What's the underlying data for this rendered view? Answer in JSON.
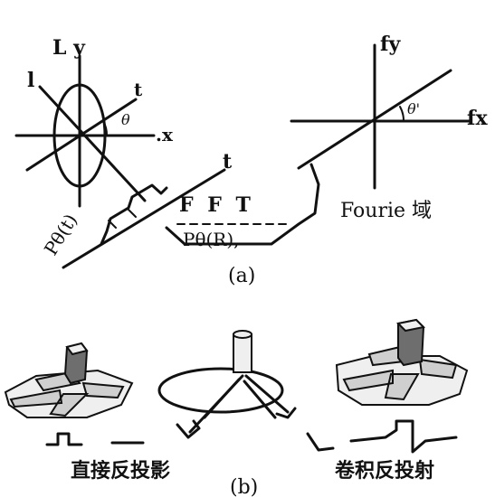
{
  "labels": {
    "ly": "L y",
    "l": "l",
    "t_top": "t",
    "theta": "θ",
    "x": ".x",
    "t_axis": "t",
    "fft": "F F T",
    "p_theta_t": "Pθ(t)",
    "p_theta_r": "Pθ(R),",
    "fy": "fy",
    "fx": "fx",
    "theta_prime": "θ'",
    "fourier": "Fourie 域",
    "caption_a": "(a)",
    "direct_bp": "直接反投影",
    "conv_bp": "卷积反投射",
    "caption_b": "(b)"
  }
}
